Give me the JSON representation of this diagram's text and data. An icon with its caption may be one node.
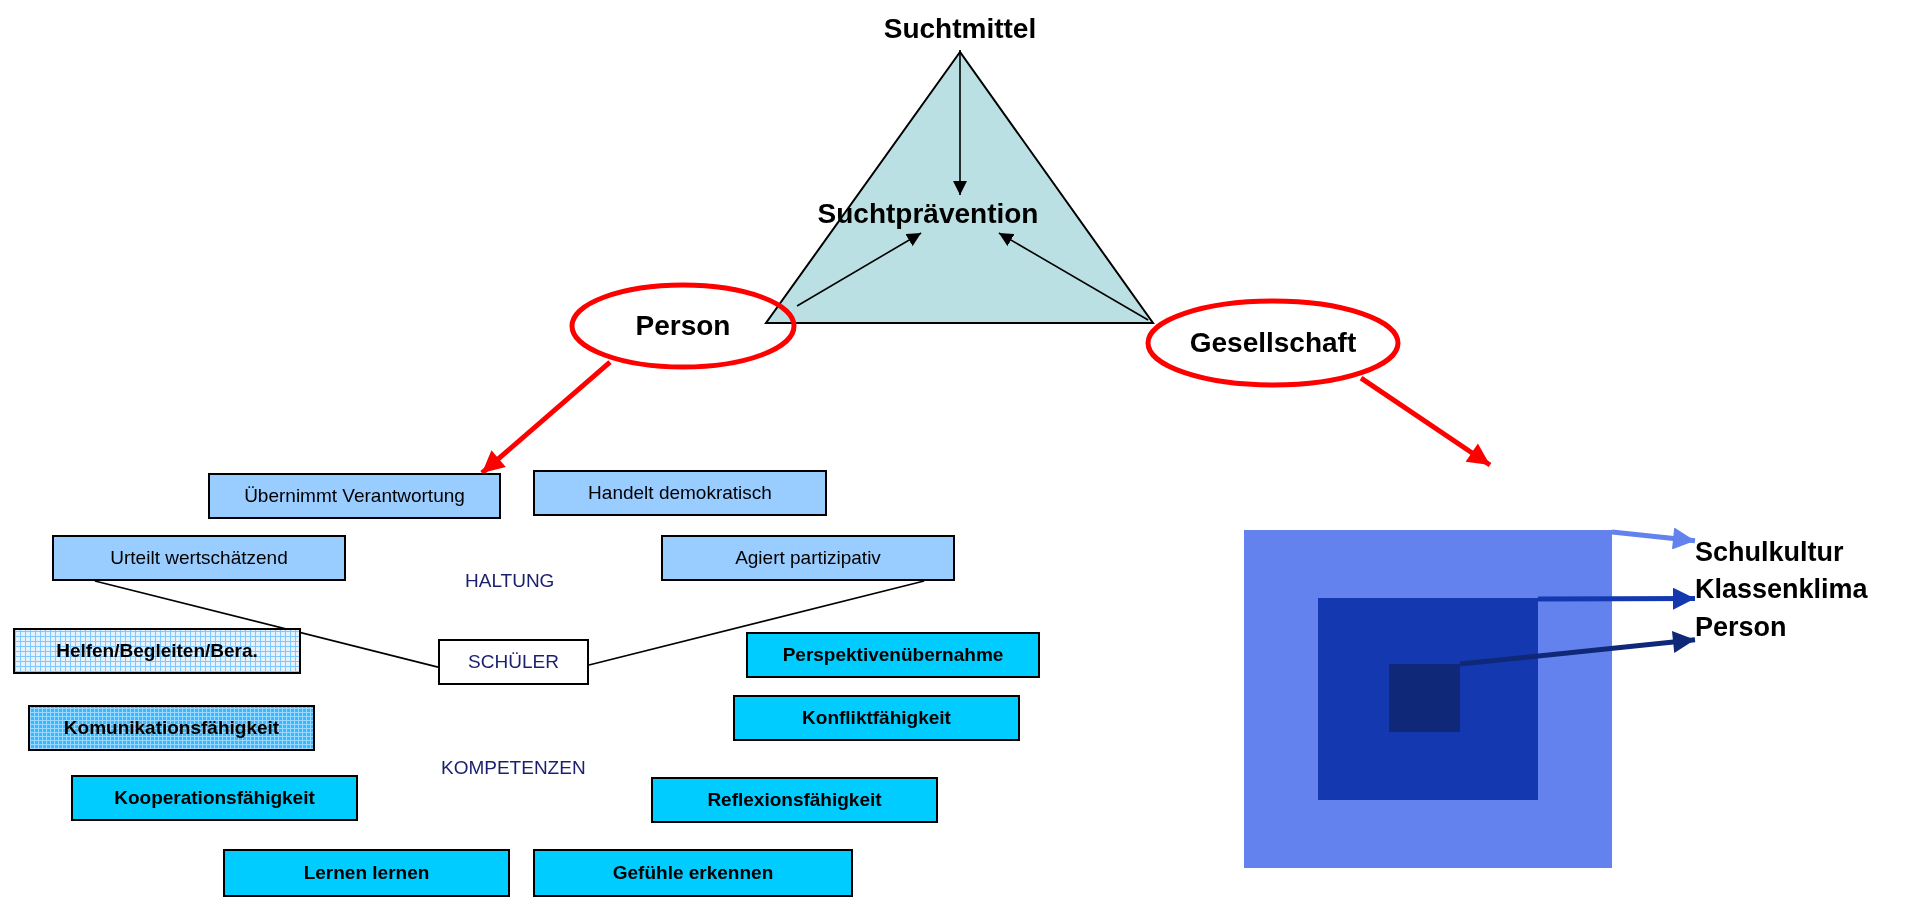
{
  "diagram": {
    "nodes": [
      {
        "text": [
          "Suchtmittel"
        ]
      },
      {
        "text": [
          "Suchtprävention"
        ]
      },
      {
        "text": [
          "Person"
        ]
      },
      {
        "text": [
          "Gesellschaft"
        ]
      },
      {
        "text": [
          "Übernimmt Verantwortung"
        ]
      },
      {
        "text": [
          "Handelt demokratisch"
        ]
      },
      {
        "text": [
          "Urteilt wertschätzend"
        ]
      },
      {
        "text": [
          "Agiert partizipativ"
        ]
      },
      {
        "text": [
          "SCHÜLER"
        ]
      },
      {
        "text": [
          "Helfen/Begleiten/Bera."
        ]
      },
      {
        "text": [
          "Perspektivenübernahme"
        ]
      },
      {
        "text": [
          "Komunikationsfähigkeit"
        ]
      },
      {
        "text": [
          "Konfliktfähigkeit"
        ]
      },
      {
        "text": [
          "Kooperationsfähigkeit"
        ]
      },
      {
        "text": [
          "Reflexionsfähigkeit"
        ]
      },
      {
        "text": [
          "Lernen lernen"
        ]
      },
      {
        "text": [
          "Gefühle erkennen"
        ]
      },
      {
        "text": [],
        "shape": "box"
      },
      {
        "text": [],
        "shape": "box",
        "in": 17
      },
      {
        "text": [],
        "shape": "box",
        "in": 18
      },
      {
        "text": [
          "Schulkultur"
        ]
      },
      {
        "text": [
          "Klassenklima"
        ]
      },
      {
        "text": [
          "Person"
        ]
      }
    ],
    "edges": [
      {
        "from": 0,
        "to": 1,
        "arrow": "to"
      },
      {
        "from": 2,
        "to": 1,
        "arrow": "to"
      },
      {
        "from": 3,
        "to": 1,
        "arrow": "to"
      },
      {
        "from": 2,
        "to": 4,
        "arrow": "to",
        "style": "thick",
        "color": "#ff0000"
      },
      {
        "from": 3,
        "to": null,
        "arrow": "to",
        "style": "thick",
        "color": "#ff0000"
      },
      {
        "from": 8,
        "to": 6,
        "arrow": "none"
      },
      {
        "from": 8,
        "to": 7,
        "arrow": "none"
      },
      {
        "from": 17,
        "to": 20,
        "arrow": "to",
        "style": "thick",
        "color": "#6482ee"
      },
      {
        "from": 18,
        "to": 21,
        "arrow": "to",
        "style": "thick",
        "color": "#1438b0"
      },
      {
        "from": 19,
        "to": 22,
        "arrow": "to",
        "style": "thick",
        "color": "#0f2878"
      }
    ],
    "labels": [
      "HALTUNG",
      "KOMPETENZEN"
    ]
  }
}
